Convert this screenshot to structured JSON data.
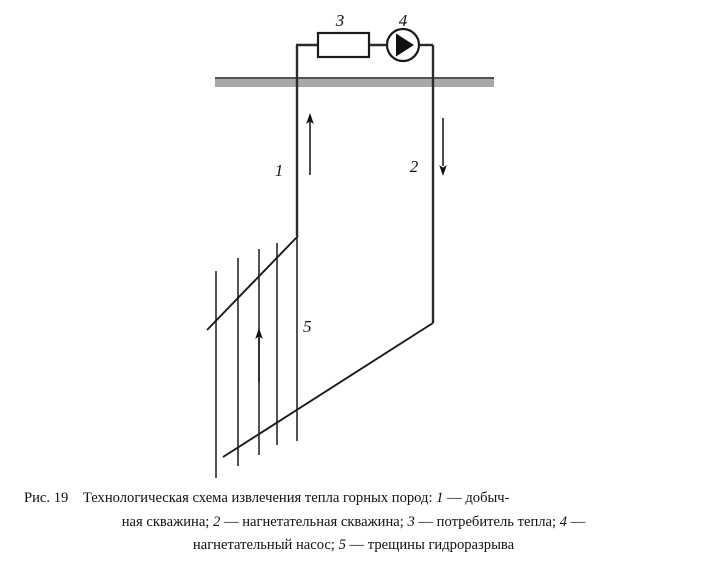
{
  "figure": {
    "number_label": "Рис. 19",
    "title": "Технологическая схема извлечения тепла горных пород",
    "ground_color": "#a8a8a8",
    "line_color": "#1a1a1a",
    "labels": {
      "production_well": "1",
      "injection_well": "2",
      "heat_consumer": "3",
      "injection_pump": "4",
      "hydraulic_fractures": "5"
    },
    "components": {
      "heat_consumer_name": "потребитель тепла",
      "injection_pump_name": "нагнетательный насос",
      "production_well_name": "добычная скважина",
      "injection_well_name": "нагнетательная скважина",
      "fractures_name": "трещины гидроразрыва"
    }
  },
  "caption": {
    "line1_prefix": "Рис. 19",
    "line1_rest": "Технологическая схема извлечения тепла горных пород: ",
    "line1_item": "1",
    "line1_tail": " — добыч-",
    "line2_a": "ная скважина; ",
    "line2_item1": "2",
    "line2_b": " — нагнетательная скважина; ",
    "line2_item2": "3",
    "line2_c": " — потребитель тепла; ",
    "line2_item3": "4",
    "line2_d": " —",
    "line3_a": "нагнетательный насос; ",
    "line3_item": "5",
    "line3_b": " — трещины гидроразрыва"
  }
}
